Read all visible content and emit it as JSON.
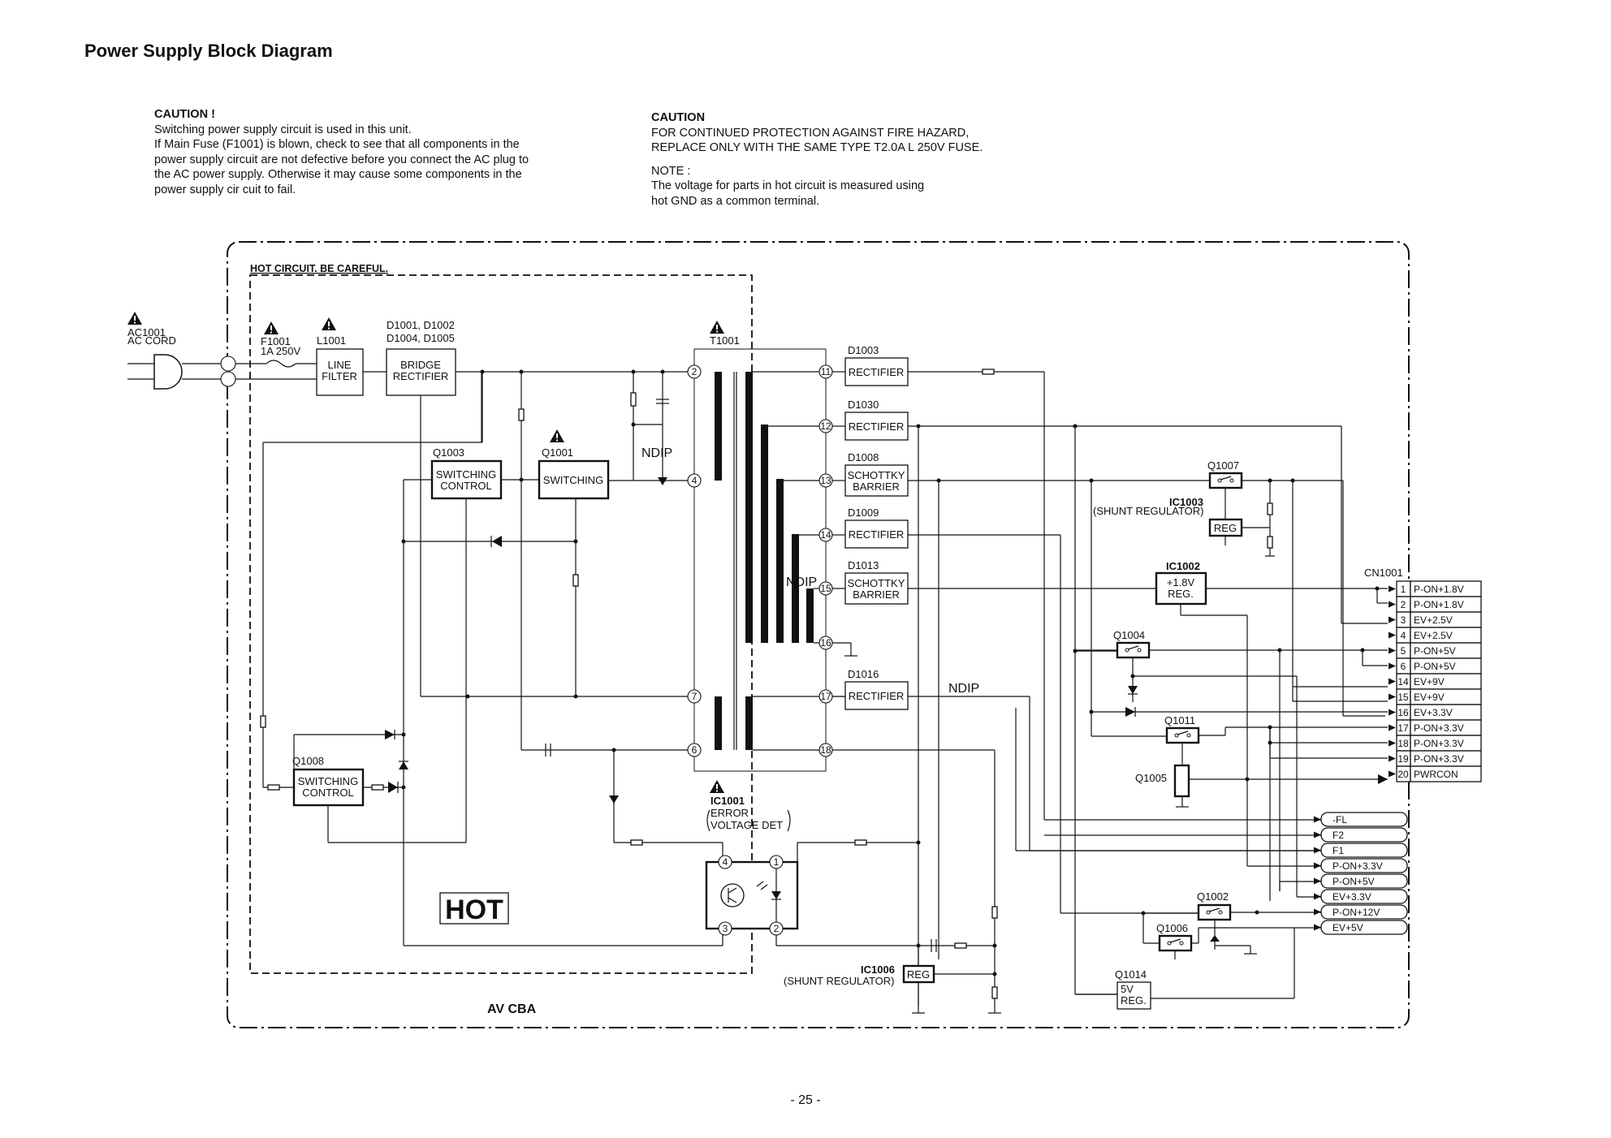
{
  "title": "Power Supply Block Diagram",
  "caution_left": {
    "heading": "CAUTION !",
    "lines": [
      "Switching power supply circuit is used in this unit.",
      "If Main Fuse (F1001) is blown, check to see that all components in the",
      "power supply circuit are not defective before you connect the AC plug to",
      "the AC power supply. Otherwise it may cause some components in the",
      "power supply cir cuit to fail."
    ]
  },
  "caution_right": {
    "heading": "CAUTION",
    "lines": [
      "FOR CONTINUED PROTECTION AGAINST FIRE HAZARD,",
      "REPLACE ONLY WITH THE SAME TYPE T2.0A  L  250V FUSE."
    ],
    "note_heading": "NOTE :",
    "note_lines": [
      "The voltage for parts in hot circuit is measured using",
      "hot GND as a common terminal."
    ]
  },
  "diagram": {
    "hot_label": "HOT CIRCUIT. BE CAREFUL.",
    "hot_badge": "HOT",
    "board_label": "AV CBA",
    "ac": {
      "ref": "AC1001",
      "name": "AC CORD"
    },
    "fuse": {
      "ref": "F1001",
      "rating": "1A 250V"
    },
    "line_filter": {
      "ref": "L1001",
      "text1": "LINE",
      "text2": "FILTER"
    },
    "bridge": {
      "ref1": "D1001, D1002",
      "ref2": "D1004, D1005",
      "text1": "BRIDGE",
      "text2": "RECTIFIER"
    },
    "transformer": {
      "ref": "T1001"
    },
    "q1003": {
      "ref": "Q1003",
      "text1": "SWITCHING",
      "text2": "CONTROL"
    },
    "q1001": {
      "ref": "Q1001",
      "text": "SWITCHING"
    },
    "q1008": {
      "ref": "Q1008",
      "text1": "SWITCHING",
      "text2": "CONTROL"
    },
    "ic1001": {
      "ref": "IC1001",
      "text1": "ERROR",
      "text2": "VOLTAGE DET"
    },
    "ic1006": {
      "ref": "IC1006",
      "sub": "(SHUNT REGULATOR)",
      "text": "REG"
    },
    "ic1003": {
      "ref": "IC1003",
      "sub": "(SHUNT REGULATOR)",
      "text": "REG"
    },
    "ic1002": {
      "ref": "IC1002",
      "text1": "+1.8V",
      "text2": "REG."
    },
    "q1014": {
      "ref": "Q1014",
      "text1": "5V",
      "text2": "REG."
    },
    "q1007": "Q1007",
    "q1004": "Q1004",
    "q1011": "Q1011",
    "q1005": "Q1005",
    "q1002": "Q1002",
    "q1006": "Q1006",
    "ndip": "NDIP",
    "rectifiers": [
      {
        "ref": "D1003",
        "text1": "RECTIFIER",
        "text2": ""
      },
      {
        "ref": "D1030",
        "text1": "RECTIFIER",
        "text2": ""
      },
      {
        "ref": "D1008",
        "text1": "SCHOTTKY",
        "text2": "BARRIER"
      },
      {
        "ref": "D1009",
        "text1": "RECTIFIER",
        "text2": ""
      },
      {
        "ref": "D1013",
        "text1": "SCHOTTKY",
        "text2": "BARRIER"
      },
      {
        "ref": "D1016",
        "text1": "RECTIFIER",
        "text2": ""
      }
    ],
    "primary_pins": [
      "2",
      "4",
      "7",
      "6"
    ],
    "secondary_pins": [
      "11",
      "12",
      "13",
      "14",
      "15",
      "16",
      "17",
      "18"
    ],
    "optocoupler_pins": [
      "4",
      "1",
      "3",
      "2"
    ],
    "connector": {
      "ref": "CN1001",
      "pins": [
        {
          "num": "1",
          "label": "P-ON+1.8V"
        },
        {
          "num": "2",
          "label": "P-ON+1.8V"
        },
        {
          "num": "3",
          "label": "EV+2.5V"
        },
        {
          "num": "4",
          "label": "EV+2.5V"
        },
        {
          "num": "5",
          "label": "P-ON+5V"
        },
        {
          "num": "6",
          "label": "P-ON+5V"
        },
        {
          "num": "14",
          "label": "EV+9V"
        },
        {
          "num": "15",
          "label": "EV+9V"
        },
        {
          "num": "16",
          "label": "EV+3.3V"
        },
        {
          "num": "17",
          "label": "P-ON+3.3V"
        },
        {
          "num": "18",
          "label": "P-ON+3.3V"
        },
        {
          "num": "19",
          "label": "P-ON+3.3V"
        },
        {
          "num": "20",
          "label": "PWRCON"
        }
      ]
    },
    "outputs": [
      "-FL",
      "F2",
      "F1",
      "P-ON+3.3V",
      "P-ON+5V",
      "EV+3.3V",
      "P-ON+12V",
      "EV+5V"
    ]
  },
  "page_number": "- 25 -"
}
